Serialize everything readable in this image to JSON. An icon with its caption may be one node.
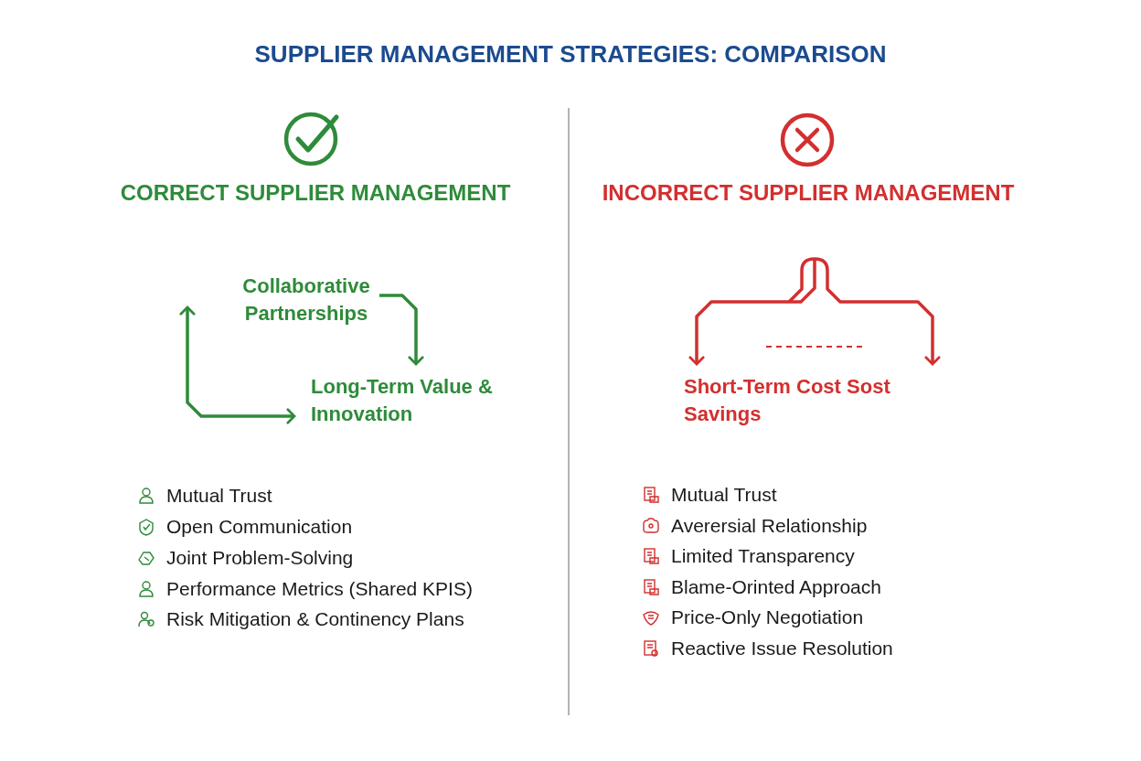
{
  "diagram": {
    "title": "SUPPLIER MANAGEMENT STRATEGIES: COMPARISON",
    "nodes": [
      {
        "text": [
          "Collaborative Partnerships"
        ]
      },
      {
        "text": [
          "Long-Term Value & Innovation"
        ]
      },
      {
        "text": [
          "Short-Term Cost Sost Savings"
        ]
      }
    ],
    "edges": [
      {
        "from": 0,
        "to": 1,
        "arrow": "to",
        "color": "#2e8b3a"
      },
      {
        "from": null,
        "to": 1,
        "arrow": "both",
        "color": "#2e8b3a"
      },
      {
        "from": null,
        "to": 2,
        "arrow": "to",
        "color": "#d32f2f"
      }
    ],
    "labels": [
      "CORRECT SUPPLIER MANAGEMENT",
      "INCORRECT SUPPLIER MANAGEMENT",
      "Mutual Trust",
      "Open Communication",
      "Joint Problem-Solving",
      "Performance Metrics (Shared KPIS)",
      "Risk Mitigation & Continency Plans",
      "Mutual Trust",
      "Averersial Relationship",
      "Limited Transparency",
      "Blame-Orinted Approach",
      "Price-Only Negotiation",
      "Reactive Issue Resolution"
    ]
  }
}
